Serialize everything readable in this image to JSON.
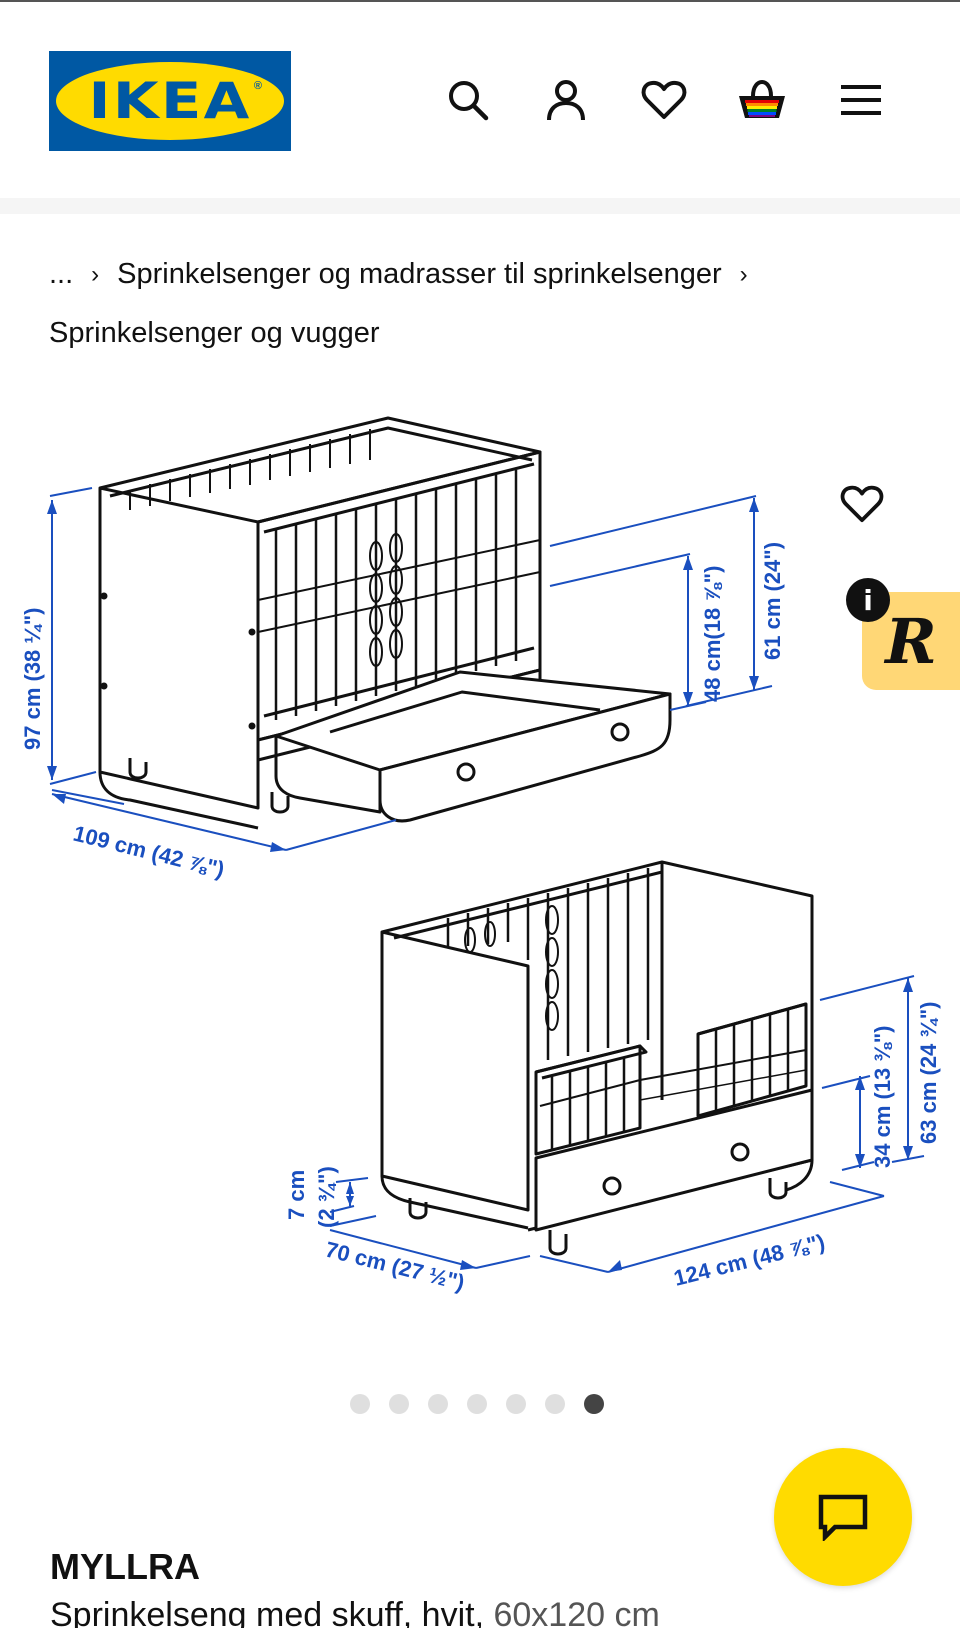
{
  "header": {
    "logo_text": "IKEA",
    "logo_reg": "®",
    "icons": [
      "search-icon",
      "user-icon",
      "heart-icon",
      "basket-icon",
      "menu-icon"
    ],
    "brand_blue": "#0058a3",
    "brand_yellow": "#ffdb00"
  },
  "breadcrumb": {
    "ellipsis": "...",
    "separator": "›",
    "items": [
      "Sprinkelsenger og madrasser til sprinkelsenger",
      "Sprinkelsenger og vugger"
    ]
  },
  "gallery": {
    "dimensions_top": {
      "height": "97 cm (38 ¼\")",
      "width": "109 cm (42 ⅞\")",
      "rail_inner": "48 cm(18 ⅞\")",
      "rail_outer": "61 cm (24\")"
    },
    "dimensions_bottom": {
      "leg": "7 cm",
      "leg_in": "(2 ¾\")",
      "depth": "70 cm (27 ½\")",
      "length": "124 cm (48 ⅞\")",
      "side_inner": "34 cm (13 ⅜\")",
      "side_outer": "63 cm (24 ¾\")"
    },
    "dimension_color": "#1a4fbf",
    "slide_count": 7,
    "active_slide": 7
  },
  "badge": {
    "info_label": "i",
    "letter": "R",
    "color": "#ffd776"
  },
  "product": {
    "name": "MYLLRA",
    "description": "Sprinkelseng med skuff, hvit,",
    "size": "60x120 cm"
  }
}
